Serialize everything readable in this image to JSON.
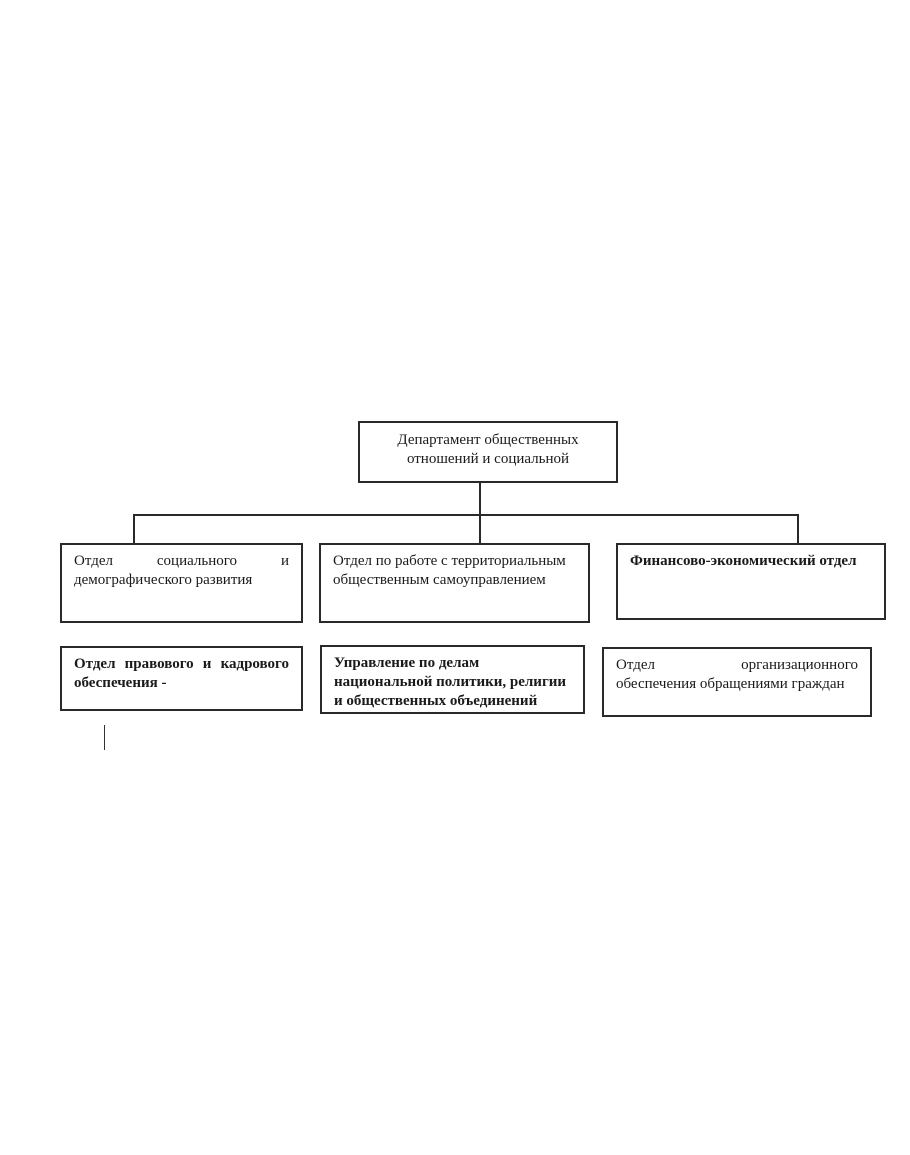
{
  "org_chart": {
    "root": {
      "label": "Департамент общественных отношений и социальной"
    },
    "row1": [
      {
        "label": "Отдел социального и демографического развития"
      },
      {
        "label": "Отдел по работе с территориальным общественным самоуправлением"
      },
      {
        "label": "Финансово-экономический отдел"
      }
    ],
    "row2": [
      {
        "label": "Отдел правового и кадрового обеспечения -"
      },
      {
        "label": "Управление по делам национальной политики, религии и общественных объединений"
      },
      {
        "label": "Отдел организационного обеспечения обращениями граждан"
      }
    ]
  }
}
